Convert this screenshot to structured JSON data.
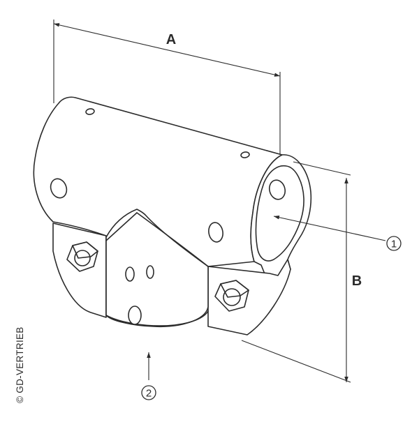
{
  "dimensions": {
    "a_label": "A",
    "b_label": "B"
  },
  "callouts": [
    {
      "number": "1"
    },
    {
      "number": "2"
    }
  ],
  "copyright": "© GD-VERTRIEB",
  "colors": {
    "line": "#2b2b2b",
    "part_fill": "#ffffff",
    "background": "#ffffff"
  }
}
